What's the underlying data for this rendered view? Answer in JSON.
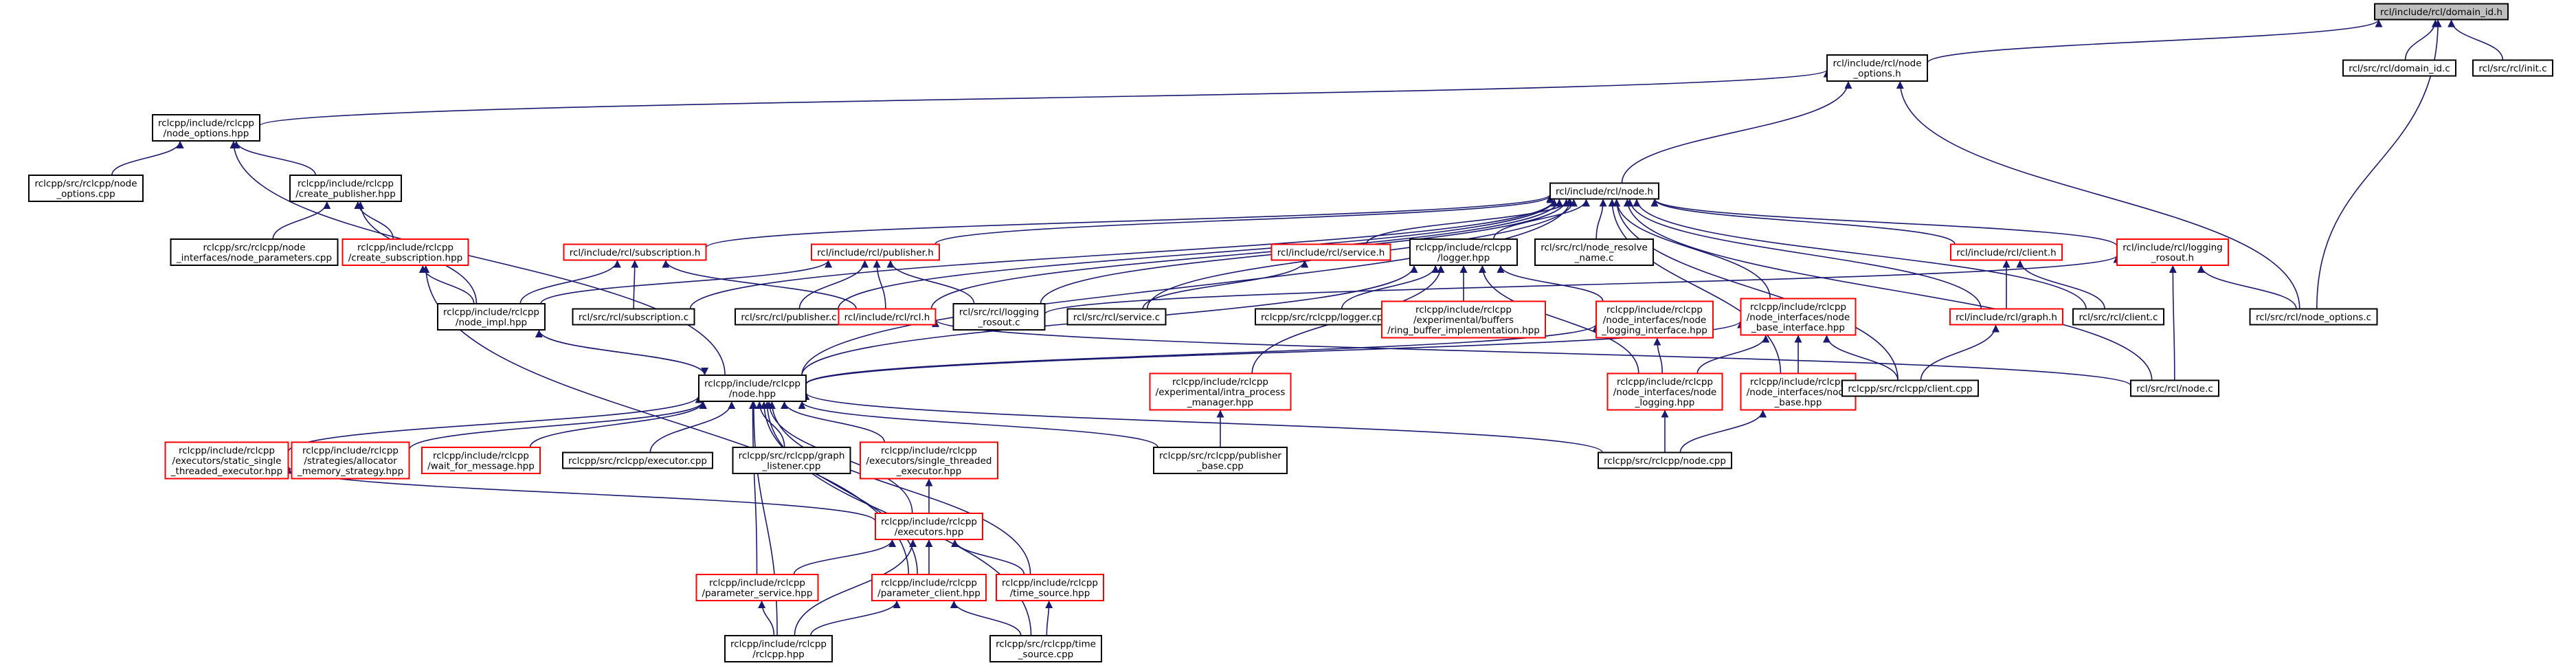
{
  "nodes": [
    {
      "id": "domain_id_h",
      "lines": [
        "rcl/include/rcl/domain_id.h"
      ],
      "border": "root"
    },
    {
      "id": "node_options_h",
      "lines": [
        "rcl/include/rcl/node",
        "_options.h"
      ],
      "border": "black"
    },
    {
      "id": "domain_id_c",
      "lines": [
        "rcl/src/rcl/domain_id.c"
      ],
      "border": "black"
    },
    {
      "id": "init_c",
      "lines": [
        "rcl/src/rcl/init.c"
      ],
      "border": "black"
    },
    {
      "id": "rclcpp_node_options_hpp",
      "lines": [
        "rclcpp/include/rclcpp",
        "/node_options.hpp"
      ],
      "border": "black"
    },
    {
      "id": "node_options_cpp",
      "lines": [
        "rclcpp/src/rclcpp/node",
        "_options.cpp"
      ],
      "border": "black"
    },
    {
      "id": "create_publisher_hpp",
      "lines": [
        "rclcpp/include/rclcpp",
        "/create_publisher.hpp"
      ],
      "border": "black"
    },
    {
      "id": "node_parameters_cpp",
      "lines": [
        "rclcpp/src/rclcpp/node",
        "_interfaces/node_parameters.cpp"
      ],
      "border": "black"
    },
    {
      "id": "create_subscription_hpp",
      "lines": [
        "rclcpp/include/rclcpp",
        "/create_subscription.hpp"
      ],
      "border": "red"
    },
    {
      "id": "node_h",
      "lines": [
        "rcl/include/rcl/node.h"
      ],
      "border": "black"
    },
    {
      "id": "subscription_h",
      "lines": [
        "rcl/include/rcl/subscription.h"
      ],
      "border": "red"
    },
    {
      "id": "publisher_h",
      "lines": [
        "rcl/include/rcl/publisher.h"
      ],
      "border": "red"
    },
    {
      "id": "service_h",
      "lines": [
        "rcl/include/rcl/service.h"
      ],
      "border": "red"
    },
    {
      "id": "logger_hpp",
      "lines": [
        "rclcpp/include/rclcpp",
        "/logger.hpp"
      ],
      "border": "black"
    },
    {
      "id": "node_resolve_name_c",
      "lines": [
        "rcl/src/rcl/node_resolve",
        "_name.c"
      ],
      "border": "black"
    },
    {
      "id": "client_h",
      "lines": [
        "rcl/include/rcl/client.h"
      ],
      "border": "red"
    },
    {
      "id": "logging_rosout_h",
      "lines": [
        "rcl/include/rcl/logging",
        "_rosout.h"
      ],
      "border": "red"
    },
    {
      "id": "node_impl_hpp",
      "lines": [
        "rclcpp/include/rclcpp",
        "/node_impl.hpp"
      ],
      "border": "black"
    },
    {
      "id": "subscription_c",
      "lines": [
        "rcl/src/rcl/subscription.c"
      ],
      "border": "black"
    },
    {
      "id": "publisher_c",
      "lines": [
        "rcl/src/rcl/publisher.c"
      ],
      "border": "black"
    },
    {
      "id": "rcl_h",
      "lines": [
        "rcl/include/rcl/rcl.h"
      ],
      "border": "red"
    },
    {
      "id": "logging_rosout_c",
      "lines": [
        "rcl/src/rcl/logging",
        "_rosout.c"
      ],
      "border": "black"
    },
    {
      "id": "service_c",
      "lines": [
        "rcl/src/rcl/service.c"
      ],
      "border": "black"
    },
    {
      "id": "logger_cpp",
      "lines": [
        "rclcpp/src/rclcpp/logger.cpp"
      ],
      "border": "black"
    },
    {
      "id": "ring_buffer_hpp",
      "lines": [
        "rclcpp/include/rclcpp",
        "/experimental/buffers",
        "/ring_buffer_implementation.hpp"
      ],
      "border": "red"
    },
    {
      "id": "node_logging_interface_hpp",
      "lines": [
        "rclcpp/include/rclcpp",
        "/node_interfaces/node",
        "_logging_interface.hpp"
      ],
      "border": "red"
    },
    {
      "id": "node_base_interface_hpp",
      "lines": [
        "rclcpp/include/rclcpp",
        "/node_interfaces/node",
        "_base_interface.hpp"
      ],
      "border": "red"
    },
    {
      "id": "graph_h",
      "lines": [
        "rcl/include/rcl/graph.h"
      ],
      "border": "red"
    },
    {
      "id": "client_c",
      "lines": [
        "rcl/src/rcl/client.c"
      ],
      "border": "black"
    },
    {
      "id": "node_options_c",
      "lines": [
        "rcl/src/rcl/node_options.c"
      ],
      "border": "black"
    },
    {
      "id": "node_hpp",
      "lines": [
        "rclcpp/include/rclcpp",
        "/node.hpp"
      ],
      "border": "black"
    },
    {
      "id": "intra_process_manager_hpp",
      "lines": [
        "rclcpp/include/rclcpp",
        "/experimental/intra_process",
        "_manager.hpp"
      ],
      "border": "red"
    },
    {
      "id": "node_logging_hpp",
      "lines": [
        "rclcpp/include/rclcpp",
        "/node_interfaces/node",
        "_logging.hpp"
      ],
      "border": "red"
    },
    {
      "id": "node_base_hpp",
      "lines": [
        "rclcpp/include/rclcpp",
        "/node_interfaces/node",
        "_base.hpp"
      ],
      "border": "red"
    },
    {
      "id": "client_cpp",
      "lines": [
        "rclcpp/src/rclcpp/client.cpp"
      ],
      "border": "black"
    },
    {
      "id": "node_c",
      "lines": [
        "rcl/src/rcl/node.c"
      ],
      "border": "black"
    },
    {
      "id": "static_single_threaded_executor_hpp",
      "lines": [
        "rclcpp/include/rclcpp",
        "/executors/static_single",
        "_threaded_executor.hpp"
      ],
      "border": "red"
    },
    {
      "id": "allocator_memory_strategy_hpp",
      "lines": [
        "rclcpp/include/rclcpp",
        "/strategies/allocator",
        "_memory_strategy.hpp"
      ],
      "border": "red"
    },
    {
      "id": "wait_for_message_hpp",
      "lines": [
        "rclcpp/include/rclcpp",
        "/wait_for_message.hpp"
      ],
      "border": "red"
    },
    {
      "id": "executor_cpp",
      "lines": [
        "rclcpp/src/rclcpp/executor.cpp"
      ],
      "border": "black"
    },
    {
      "id": "graph_listener_cpp",
      "lines": [
        "rclcpp/src/rclcpp/graph",
        "_listener.cpp"
      ],
      "border": "black"
    },
    {
      "id": "single_threaded_executor_hpp",
      "lines": [
        "rclcpp/include/rclcpp",
        "/executors/single_threaded",
        "_executor.hpp"
      ],
      "border": "red"
    },
    {
      "id": "publisher_base_cpp",
      "lines": [
        "rclcpp/src/rclcpp/publisher",
        "_base.cpp"
      ],
      "border": "black"
    },
    {
      "id": "node_cpp",
      "lines": [
        "rclcpp/src/rclcpp/node.cpp"
      ],
      "border": "black"
    },
    {
      "id": "executors_hpp",
      "lines": [
        "rclcpp/include/rclcpp",
        "/executors.hpp"
      ],
      "border": "red"
    },
    {
      "id": "parameter_service_hpp",
      "lines": [
        "rclcpp/include/rclcpp",
        "/parameter_service.hpp"
      ],
      "border": "red"
    },
    {
      "id": "parameter_client_hpp",
      "lines": [
        "rclcpp/include/rclcpp",
        "/parameter_client.hpp"
      ],
      "border": "red"
    },
    {
      "id": "time_source_hpp",
      "lines": [
        "rclcpp/include/rclcpp",
        "/time_source.hpp"
      ],
      "border": "red"
    },
    {
      "id": "rclcpp_hpp",
      "lines": [
        "rclcpp/include/rclcpp",
        "/rclcpp.hpp"
      ],
      "border": "black"
    },
    {
      "id": "time_source_cpp",
      "lines": [
        "rclcpp/src/rclcpp/time",
        "_source.cpp"
      ],
      "border": "black"
    }
  ],
  "edges": [
    [
      "node_options_h",
      "domain_id_h"
    ],
    [
      "domain_id_c",
      "domain_id_h"
    ],
    [
      "init_c",
      "domain_id_h"
    ],
    [
      "node_options_c",
      "domain_id_h"
    ],
    [
      "rclcpp_node_options_hpp",
      "node_options_h"
    ],
    [
      "node_h",
      "node_options_h"
    ],
    [
      "node_options_c",
      "node_options_h"
    ],
    [
      "node_options_cpp",
      "rclcpp_node_options_hpp"
    ],
    [
      "create_publisher_hpp",
      "rclcpp_node_options_hpp"
    ],
    [
      "node_hpp",
      "rclcpp_node_options_hpp"
    ],
    [
      "node_parameters_cpp",
      "create_publisher_hpp"
    ],
    [
      "create_subscription_hpp",
      "create_publisher_hpp"
    ],
    [
      "node_impl_hpp",
      "create_publisher_hpp"
    ],
    [
      "node_impl_hpp",
      "create_subscription_hpp"
    ],
    [
      "parameter_client_hpp",
      "create_subscription_hpp"
    ],
    [
      "subscription_h",
      "node_h"
    ],
    [
      "publisher_h",
      "node_h"
    ],
    [
      "service_h",
      "node_h"
    ],
    [
      "logger_hpp",
      "node_h"
    ],
    [
      "node_resolve_name_c",
      "node_h"
    ],
    [
      "client_h",
      "node_h"
    ],
    [
      "logging_rosout_h",
      "node_h"
    ],
    [
      "subscription_c",
      "node_h"
    ],
    [
      "publisher_c",
      "node_h"
    ],
    [
      "logging_rosout_c",
      "node_h"
    ],
    [
      "service_c",
      "node_h"
    ],
    [
      "node_base_interface_hpp",
      "node_h"
    ],
    [
      "graph_h",
      "node_h"
    ],
    [
      "client_c",
      "node_h"
    ],
    [
      "node_c",
      "node_h"
    ],
    [
      "node_hpp",
      "node_h"
    ],
    [
      "client_cpp",
      "node_h"
    ],
    [
      "node_base_hpp",
      "node_h"
    ],
    [
      "rcl_h",
      "node_h"
    ],
    [
      "node_impl_hpp",
      "subscription_h"
    ],
    [
      "subscription_c",
      "subscription_h"
    ],
    [
      "rcl_h",
      "subscription_h"
    ],
    [
      "node_impl_hpp",
      "publisher_h"
    ],
    [
      "rcl_h",
      "publisher_h"
    ],
    [
      "publisher_c",
      "publisher_h"
    ],
    [
      "logging_rosout_c",
      "publisher_h"
    ],
    [
      "service_c",
      "service_h"
    ],
    [
      "logger_cpp",
      "logger_hpp"
    ],
    [
      "ring_buffer_hpp",
      "logger_hpp"
    ],
    [
      "node_logging_interface_hpp",
      "logger_hpp"
    ],
    [
      "node_hpp",
      "logger_hpp"
    ],
    [
      "intra_process_manager_hpp",
      "logger_hpp"
    ],
    [
      "node_logging_hpp",
      "logger_hpp"
    ],
    [
      "graph_h",
      "client_h"
    ],
    [
      "client_c",
      "client_h"
    ],
    [
      "logging_rosout_c",
      "logging_rosout_h"
    ],
    [
      "node_options_c",
      "logging_rosout_h"
    ],
    [
      "node_c",
      "logging_rosout_h"
    ],
    [
      "node_hpp",
      "node_impl_hpp"
    ],
    [
      "node_impl_hpp",
      "node_hpp"
    ],
    [
      "node_c",
      "rcl_h"
    ],
    [
      "node_hpp",
      "node_logging_interface_hpp"
    ],
    [
      "node_logging_hpp",
      "node_logging_interface_hpp"
    ],
    [
      "node_hpp",
      "node_base_interface_hpp"
    ],
    [
      "node_logging_hpp",
      "node_base_interface_hpp"
    ],
    [
      "node_base_hpp",
      "node_base_interface_hpp"
    ],
    [
      "client_cpp",
      "node_base_interface_hpp"
    ],
    [
      "client_cpp",
      "graph_h"
    ],
    [
      "publisher_base_cpp",
      "intra_process_manager_hpp"
    ],
    [
      "node_cpp",
      "node_logging_hpp"
    ],
    [
      "node_cpp",
      "node_base_hpp"
    ],
    [
      "static_single_threaded_executor_hpp",
      "node_hpp"
    ],
    [
      "allocator_memory_strategy_hpp",
      "node_hpp"
    ],
    [
      "wait_for_message_hpp",
      "node_hpp"
    ],
    [
      "executor_cpp",
      "node_hpp"
    ],
    [
      "graph_listener_cpp",
      "node_hpp"
    ],
    [
      "single_threaded_executor_hpp",
      "node_hpp"
    ],
    [
      "publisher_base_cpp",
      "node_hpp"
    ],
    [
      "node_cpp",
      "node_hpp"
    ],
    [
      "executors_hpp",
      "node_hpp"
    ],
    [
      "parameter_service_hpp",
      "node_hpp"
    ],
    [
      "parameter_client_hpp",
      "node_hpp"
    ],
    [
      "time_source_hpp",
      "node_hpp"
    ],
    [
      "rclcpp_hpp",
      "node_hpp"
    ],
    [
      "time_source_cpp",
      "node_hpp"
    ],
    [
      "executors_hpp",
      "static_single_threaded_executor_hpp"
    ],
    [
      "executors_hpp",
      "single_threaded_executor_hpp"
    ],
    [
      "parameter_service_hpp",
      "executors_hpp"
    ],
    [
      "parameter_client_hpp",
      "executors_hpp"
    ],
    [
      "time_source_hpp",
      "executors_hpp"
    ],
    [
      "rclcpp_hpp",
      "executors_hpp"
    ],
    [
      "rclcpp_hpp",
      "parameter_service_hpp"
    ],
    [
      "rclcpp_hpp",
      "parameter_client_hpp"
    ],
    [
      "time_source_cpp",
      "parameter_client_hpp"
    ],
    [
      "time_source_cpp",
      "time_source_hpp"
    ]
  ]
}
